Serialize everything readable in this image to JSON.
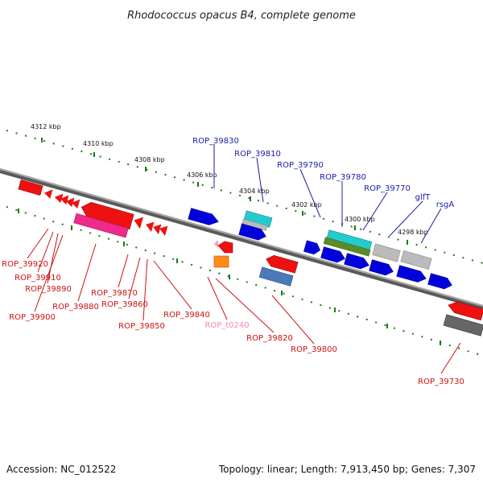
{
  "title": "Rhodococcus opacus B4, complete genome",
  "footer": {
    "accession": "Accession: NC_012522",
    "summary": "Topology: linear; Length: 7,913,450 bp; Genes: 7,307"
  },
  "ticks": [
    "4312 kbp",
    "4310 kbp",
    "4308 kbp",
    "4306 kbp",
    "4304 kbp",
    "4302 kbp",
    "4300 kbp",
    "4298 kbp"
  ],
  "top_labels": [
    "ROP_39830",
    "ROP_39810",
    "ROP_39790",
    "ROP_39780",
    "ROP_39770",
    "glfT",
    "rsgA"
  ],
  "bottom_labels": [
    "ROP_39920",
    "ROP_39910",
    "ROP_39890",
    "ROP_39900",
    "ROP_39880",
    "ROP_39870",
    "ROP_39860",
    "ROP_39850",
    "ROP_39840",
    "ROP_t0240",
    "ROP_39820",
    "ROP_39800",
    "ROP_39730"
  ],
  "colors": {
    "backbone": "#7a7a7a",
    "forward_gene": "#0000dd",
    "reverse_gene": "#ee0000",
    "top_label": "#1a1aaa",
    "bottom_label": "#cc1111",
    "trna_label": "#ee88bb",
    "tick_dot": "#1a7a1a"
  }
}
